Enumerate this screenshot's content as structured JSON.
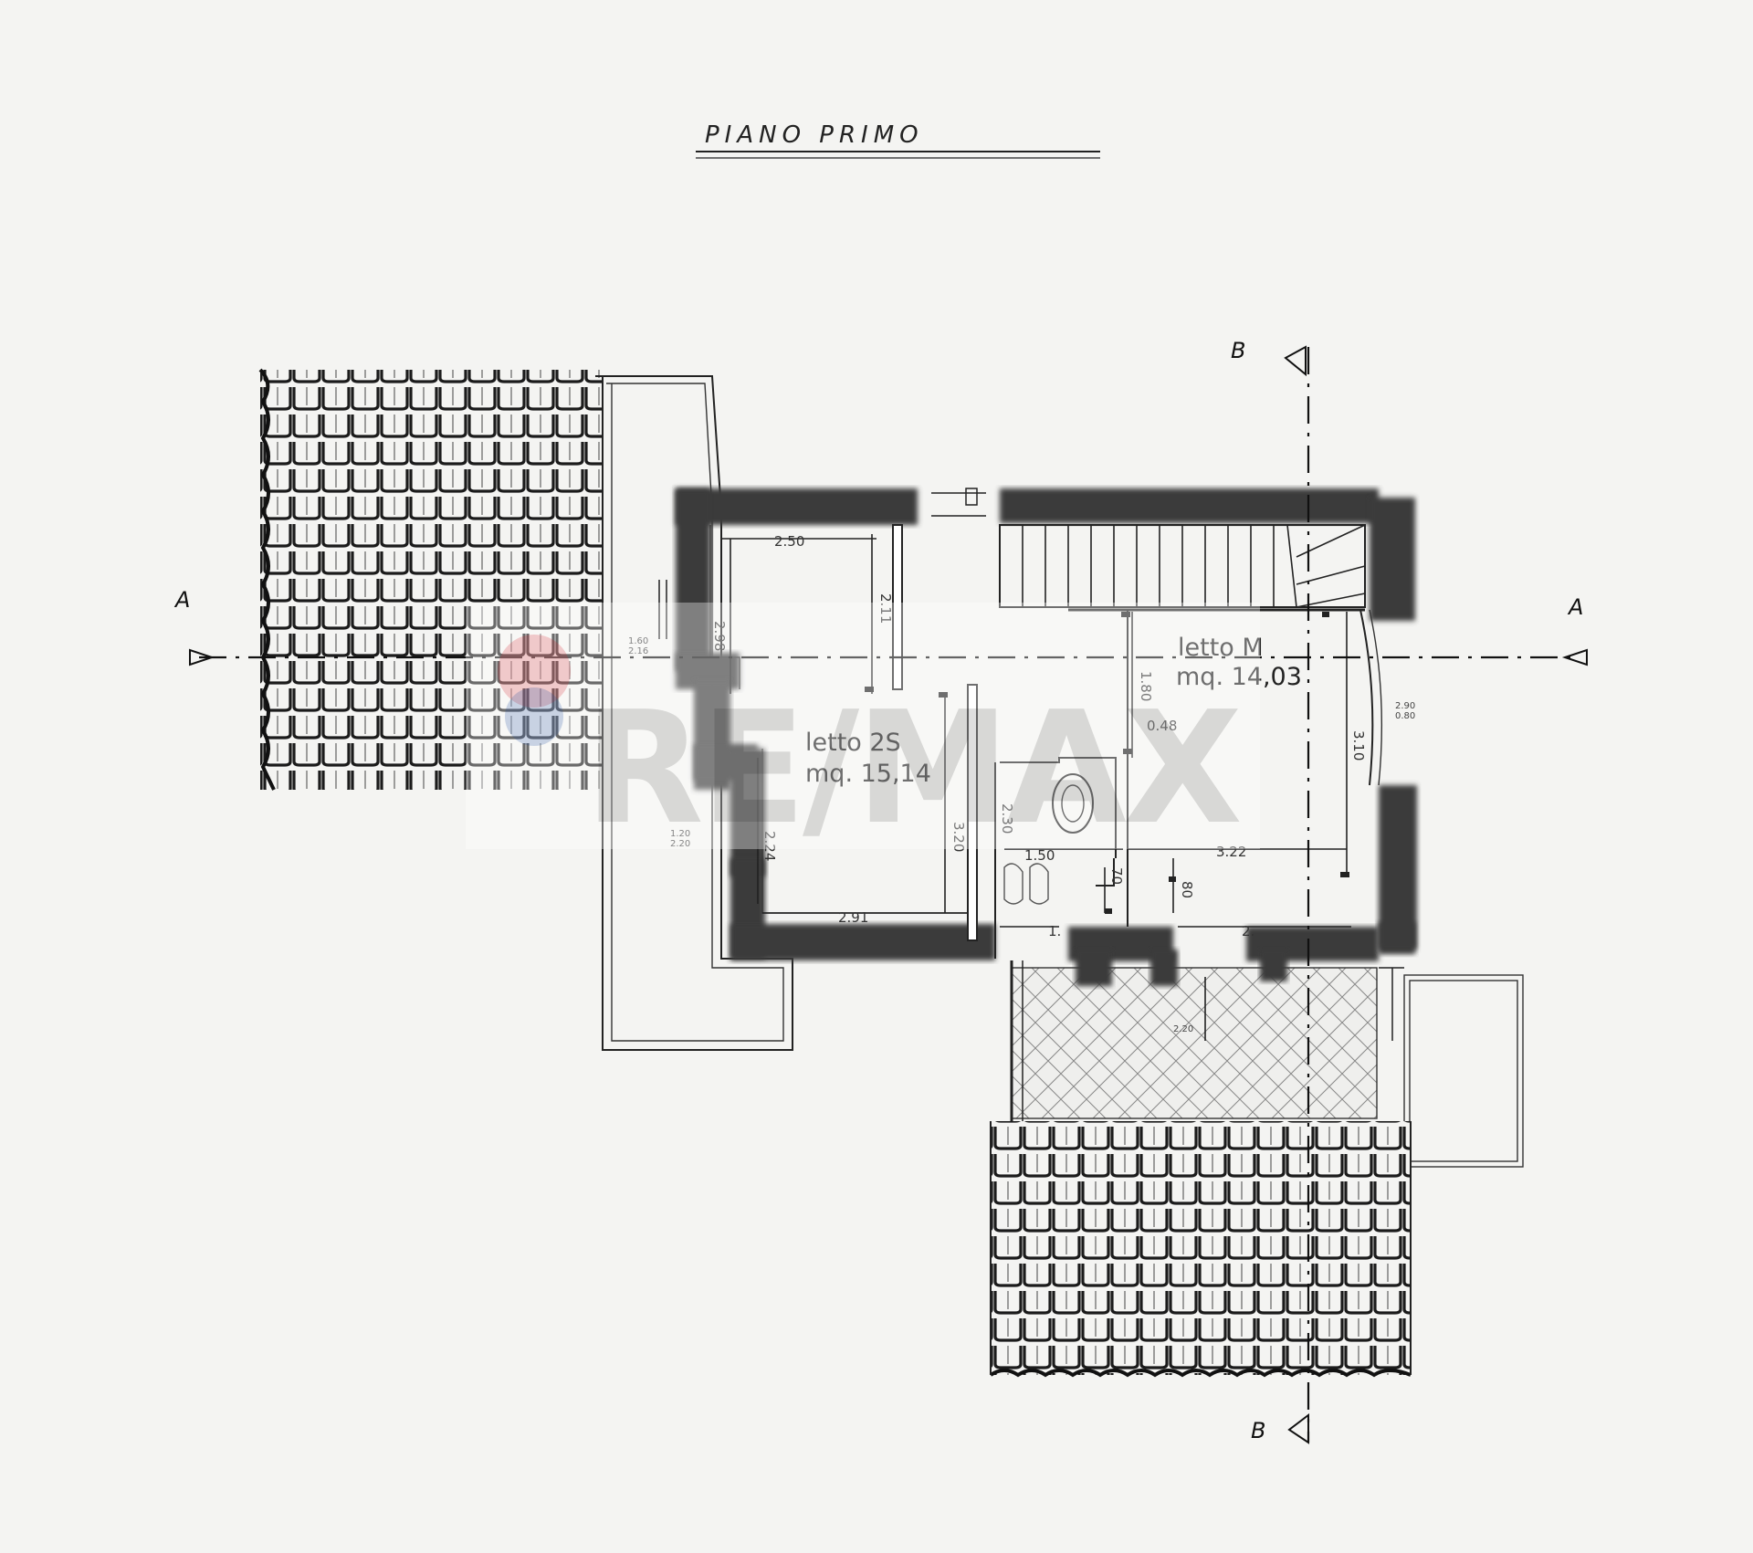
{
  "title": "PIANO PRIMO",
  "section_markers": {
    "a_left": "A",
    "a_right": "A",
    "b_top": "B",
    "b_bottom": "B"
  },
  "rooms": {
    "bedroom_2s": {
      "name": "letto 2S",
      "area": "mq. 15,14"
    },
    "bedroom_m": {
      "name": "letto M",
      "area": "mq. 14,03"
    }
  },
  "dimensions": {
    "d_250": "2.50",
    "d_211": "2.11",
    "d_298": "2.98",
    "d_320": "3.20",
    "d_224": "2.24",
    "d_291": "2.91",
    "d_230": "2.30",
    "d_150": "1.50",
    "d_322": "3.22",
    "d_180": "1.80",
    "d_048": "0.48",
    "d_310": "3.10",
    "d_070": "70",
    "d_080": "80",
    "d_1x": "1.",
    "d_2x": "2.",
    "w_left_top": "1.60",
    "w_left_top2": "2.16",
    "w_left_bot": "1.20",
    "w_left_bot2": "2.20",
    "w_right": "2.90",
    "w_right2": "0.80",
    "w_terrace": "2.20"
  },
  "watermark": "RE/MAX",
  "colors": {
    "wall": "#2e2e2e",
    "line": "#222222",
    "watermark_red": "#d8242f",
    "watermark_blue": "#1f4f9e"
  }
}
